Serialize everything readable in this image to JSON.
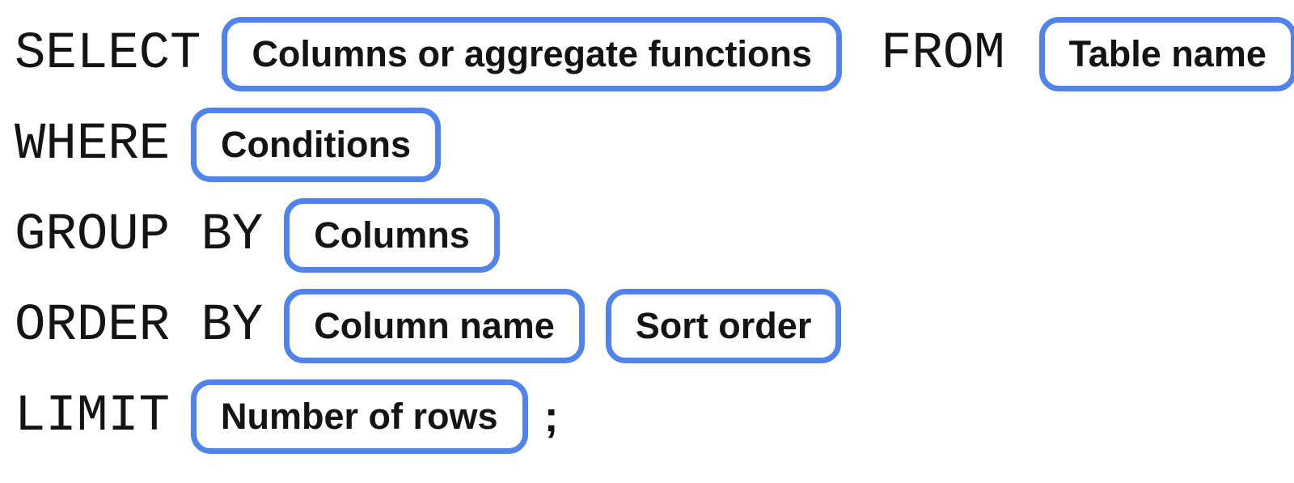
{
  "diagram": {
    "description": "SQL query syntax diagram",
    "colors": {
      "pill_border": "#5183EC",
      "text": "#141414",
      "background": "#FFFFFF"
    },
    "rows": [
      {
        "segments": [
          {
            "type": "keyword",
            "text": "SELECT"
          },
          {
            "type": "placeholder",
            "text": "Columns or aggregate functions"
          },
          {
            "type": "keyword",
            "text": "FROM"
          },
          {
            "type": "placeholder",
            "text": "Table name"
          }
        ]
      },
      {
        "segments": [
          {
            "type": "keyword",
            "text": "WHERE"
          },
          {
            "type": "placeholder",
            "text": "Conditions"
          }
        ]
      },
      {
        "segments": [
          {
            "type": "keyword",
            "text": "GROUP BY"
          },
          {
            "type": "placeholder",
            "text": "Columns"
          }
        ]
      },
      {
        "segments": [
          {
            "type": "keyword",
            "text": "ORDER BY"
          },
          {
            "type": "placeholder",
            "text": "Column name"
          },
          {
            "type": "placeholder",
            "text": "Sort order"
          }
        ]
      },
      {
        "segments": [
          {
            "type": "keyword",
            "text": "LIMIT"
          },
          {
            "type": "placeholder",
            "text": "Number of rows"
          },
          {
            "type": "terminator",
            "text": ";"
          }
        ]
      }
    ]
  }
}
